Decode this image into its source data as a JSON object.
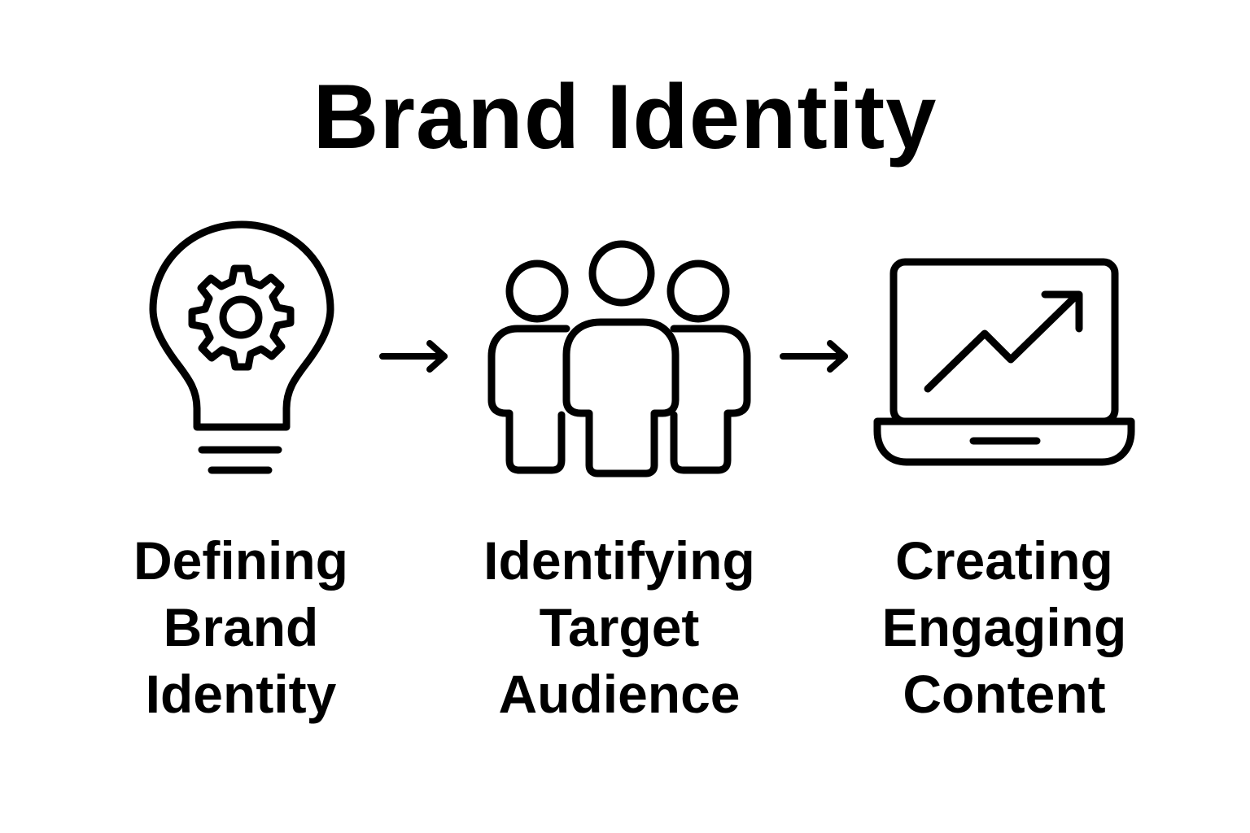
{
  "title": "Brand Identity",
  "colors": {
    "background": "#ffffff",
    "foreground": "#000000"
  },
  "steps": [
    {
      "icon": "lightbulb-gear-icon",
      "label_lines": [
        "Defining",
        "Brand",
        "Identity"
      ]
    },
    {
      "icon": "people-group-icon",
      "label_lines": [
        "Identifying",
        "Target",
        "Audience"
      ]
    },
    {
      "icon": "laptop-growth-chart-icon",
      "label_lines": [
        "Creating",
        "Engaging",
        "Content"
      ]
    }
  ],
  "connectors": [
    {
      "icon": "arrow-right-icon"
    },
    {
      "icon": "arrow-right-icon"
    }
  ]
}
